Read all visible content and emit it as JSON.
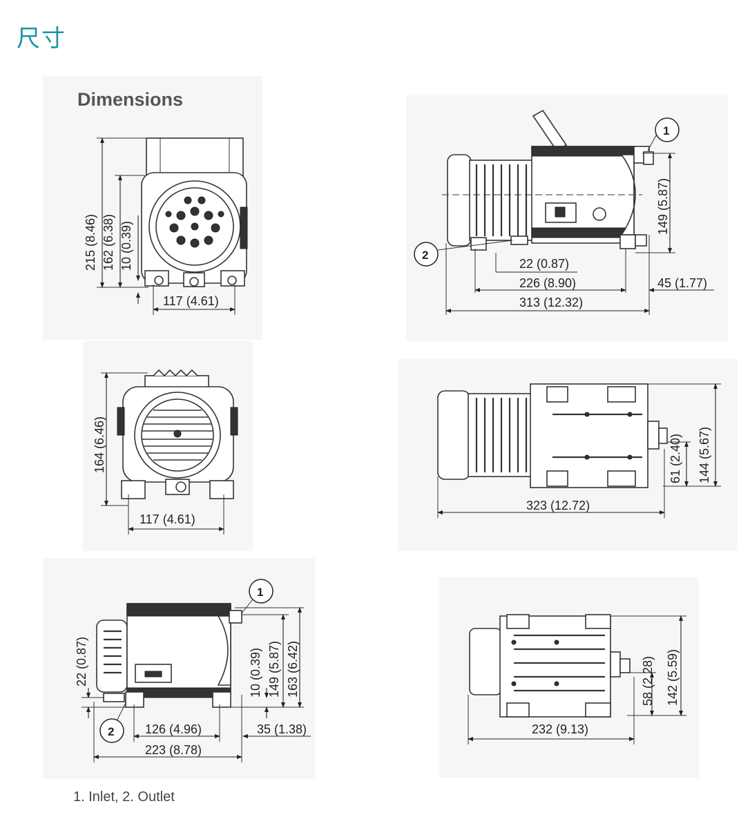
{
  "page": {
    "title": "尺寸",
    "heading": "Dimensions",
    "legend": "1. Inlet,    2. Outlet"
  },
  "views": {
    "front": {
      "dims": [
        "215 (8.46)",
        "162 (6.38)",
        "10 (0.39)",
        "117 (4.61)"
      ]
    },
    "side": {
      "dims": [
        "149 (5.87)",
        "22 (0.87)",
        "226 (8.90)",
        "45 (1.77)",
        "313 (12.32)"
      ],
      "callouts": [
        "1",
        "2"
      ]
    },
    "rear": {
      "dims": [
        "164 (6.46)",
        "117 (4.61)"
      ]
    },
    "top": {
      "dims": [
        "61 (2.40)",
        "144 (5.67)",
        "323 (12.72)"
      ]
    },
    "side_small": {
      "dims": [
        "22 (0.87)",
        "10 (0.39)",
        "149 (5.87)",
        "163 (6.42)",
        "126 (4.96)",
        "35 (1.38)",
        "223 (8.78)"
      ],
      "callouts": [
        "1",
        "2"
      ]
    },
    "top_small": {
      "dims": [
        "58 (2.28)",
        "142 (5.59)",
        "232 (9.13)"
      ]
    }
  }
}
